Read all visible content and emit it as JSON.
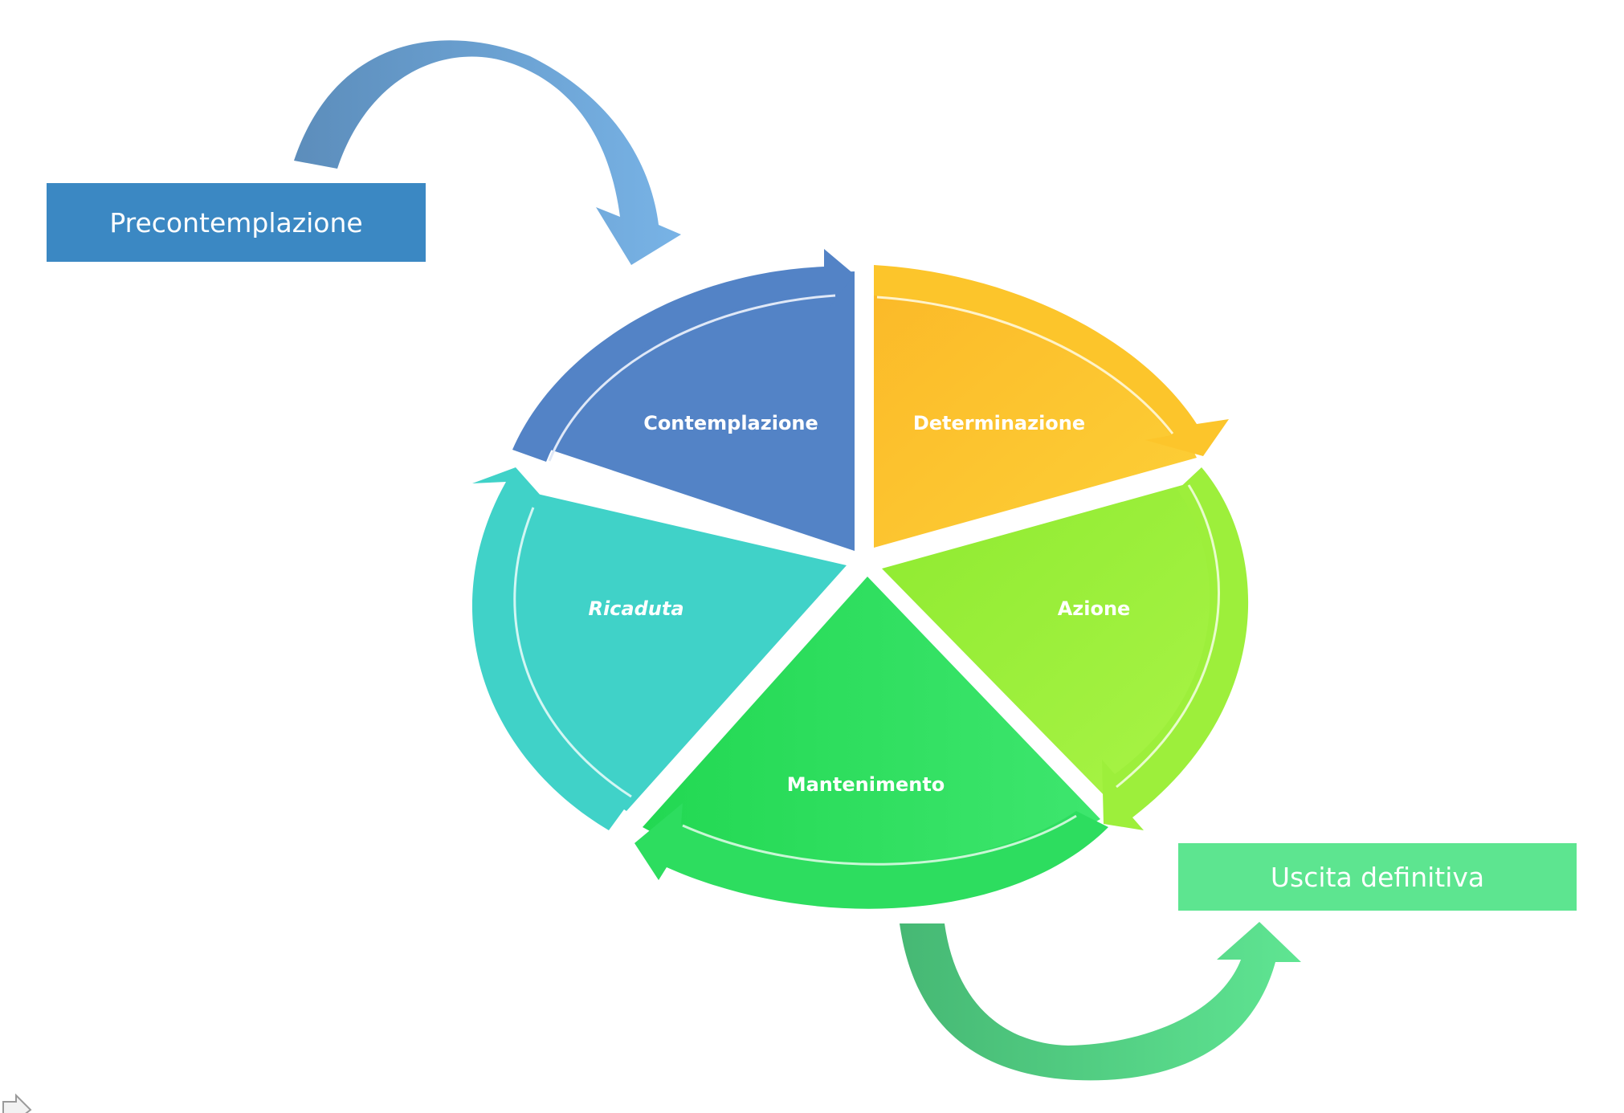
{
  "stages": {
    "precontemplation": "Precontemplazione",
    "contemplation": "Contemplazione",
    "determination": "Determinazione",
    "action": "Azione",
    "maintenance": "Mantenimento",
    "relapse": "Ricaduta",
    "exit": "Uscita definitiva"
  },
  "colors": {
    "precontemplation": "#3b88c3",
    "contemplation": "#5383c6",
    "determination": "#fcc52b",
    "action": "#9def3b",
    "maintenance": "#2ddd5f",
    "relapse": "#40d2c8",
    "exit": "#5de590"
  }
}
